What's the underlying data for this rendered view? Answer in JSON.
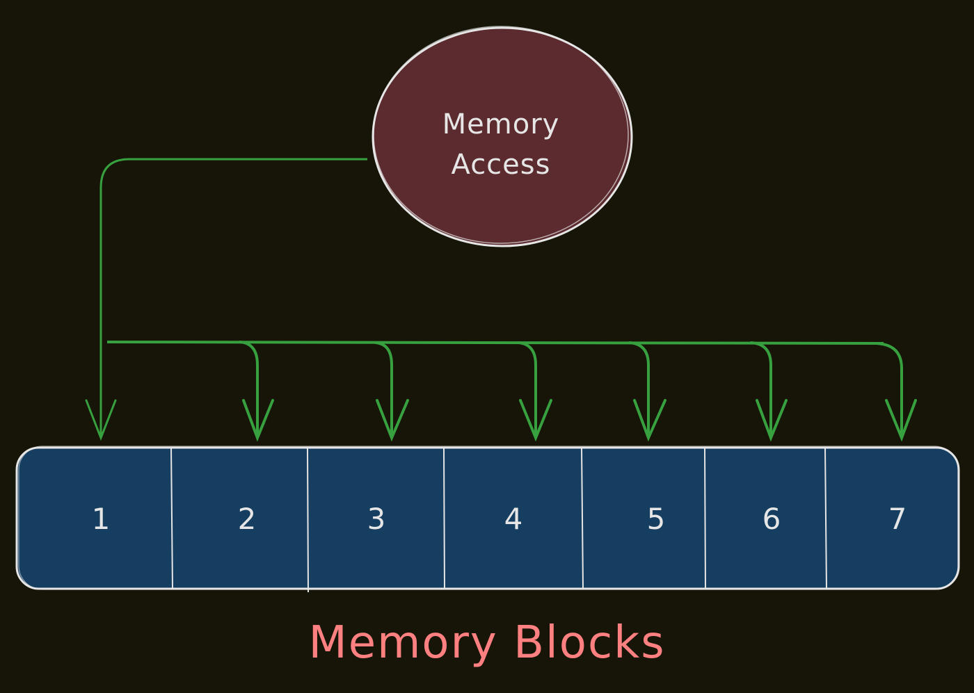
{
  "diagram": {
    "source": {
      "line1": "Memory",
      "line2": "Access"
    },
    "blocks": [
      "1",
      "2",
      "3",
      "4",
      "5",
      "6",
      "7"
    ],
    "caption": "Memory Blocks"
  },
  "colors": {
    "background": "#171508",
    "circle_fill": "#5c2b2f",
    "block_fill": "#163e61",
    "outline": "#e6e6e6",
    "arrow": "#37a03f",
    "caption": "#ff8080"
  }
}
